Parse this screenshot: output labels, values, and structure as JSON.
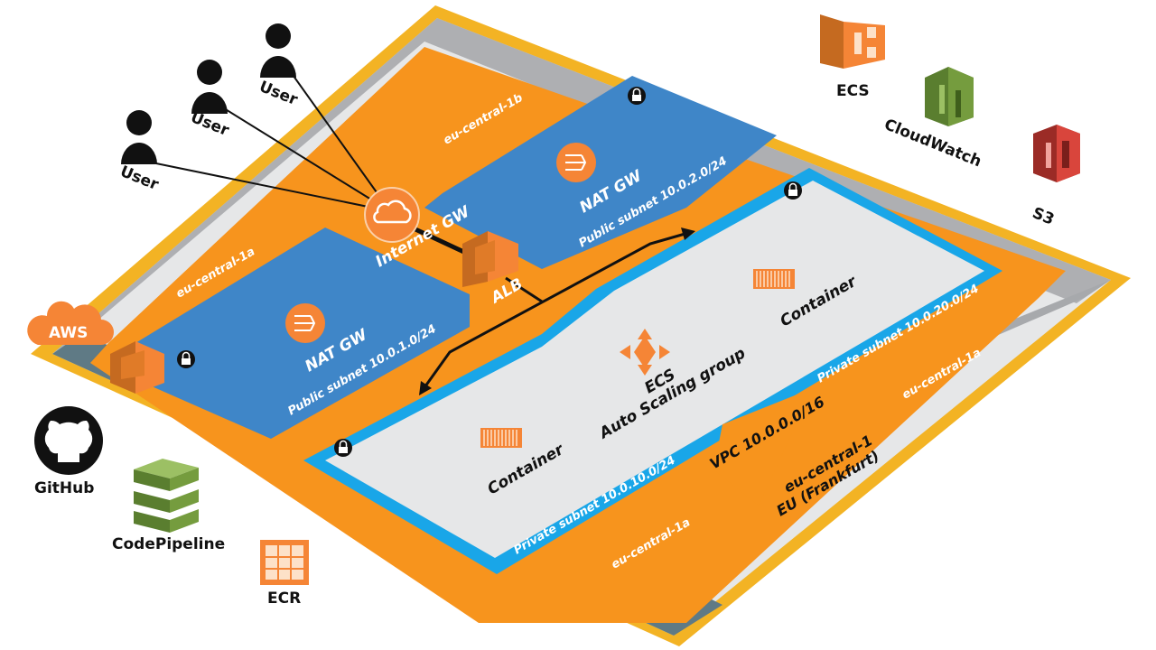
{
  "colors": {
    "region_outer": "#f3b324",
    "az_strip_gray": "#a7a9ac",
    "az_strip_dark": "#5f7a85",
    "vpc_orange": "#f7941d",
    "public_subnet": "#3f86c8",
    "private_subnet_border": "#19a6e8",
    "private_subnet_inner": "#e6e7e8",
    "aws_orange": "#f58536",
    "aws_green": "#759c3e",
    "aws_red": "#d9453c"
  },
  "users": [
    {
      "label": "User"
    },
    {
      "label": "User"
    },
    {
      "label": "User"
    }
  ],
  "labels": {
    "internet_gw": "Internet GW",
    "alb": "ALB",
    "nat_gw_1": "NAT GW",
    "nat_gw_2": "NAT GW",
    "public_subnet_1": "Public subnet 10.0.1.0/24",
    "public_subnet_2": "Public subnet 10.0.2.0/24",
    "private_subnet_1": "Private subnet 10.0.10.0/24",
    "private_subnet_2": "Private subnet 10.0.20.0/24",
    "container_1": "Container",
    "container_2": "Container",
    "ecs_asg_line1": "ECS",
    "ecs_asg_line2": "Auto Scaling group",
    "vpc": "VPC 10.0.0.0/16",
    "region_line1": "eu-central-1",
    "region_line2": "EU (Frankfurt)",
    "az_top": "eu-central-1b",
    "az_left": "eu-central-1a",
    "az_right": "eu-central-1a",
    "az_bottom": "eu-central-1a",
    "aws_badge": "AWS"
  },
  "services": {
    "ecs": "ECS",
    "cloudwatch": "CloudWatch",
    "s3": "S3",
    "github": "GitHub",
    "codepipeline": "CodePipeline",
    "ecr": "ECR"
  },
  "icons": [
    "user-icon",
    "internet-gateway-icon",
    "alb-icon",
    "nat-gateway-icon",
    "lock-icon",
    "container-icon",
    "ecs-autoscaling-icon",
    "ecs-service-icon",
    "cloudwatch-icon",
    "s3-icon",
    "github-icon",
    "codepipeline-icon",
    "ecr-icon",
    "aws-cloud-icon",
    "ec2-icon"
  ]
}
